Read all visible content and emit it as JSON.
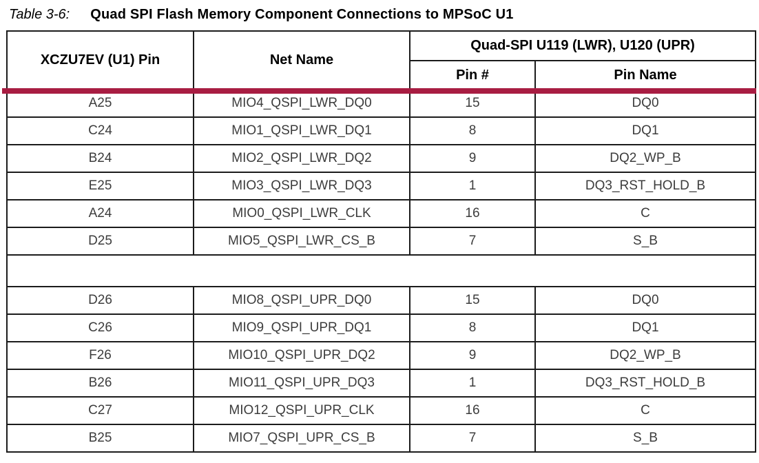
{
  "title": {
    "label": "Table 3-6:",
    "caption": "Quad SPI Flash Memory Component Connections to MPSoC U1"
  },
  "table": {
    "accent_color": "#A81D42",
    "headers": {
      "pin": "XCZU7EV (U1) Pin",
      "net": "Net Name",
      "group": "Quad-SPI U119 (LWR), U120 (UPR)",
      "pin_num": "Pin #",
      "pin_name": "Pin Name"
    },
    "row_groups": [
      [
        [
          "A25",
          "MIO4_QSPI_LWR_DQ0",
          "15",
          "DQ0"
        ],
        [
          "C24",
          "MIO1_QSPI_LWR_DQ1",
          "8",
          "DQ1"
        ],
        [
          "B24",
          "MIO2_QSPI_LWR_DQ2",
          "9",
          "DQ2_WP_B"
        ],
        [
          "E25",
          "MIO3_QSPI_LWR_DQ3",
          "1",
          "DQ3_RST_HOLD_B"
        ],
        [
          "A24",
          "MIO0_QSPI_LWR_CLK",
          "16",
          "C"
        ],
        [
          "D25",
          "MIO5_QSPI_LWR_CS_B",
          "7",
          "S_B"
        ]
      ],
      [
        [
          "D26",
          "MIO8_QSPI_UPR_DQ0",
          "15",
          "DQ0"
        ],
        [
          "C26",
          "MIO9_QSPI_UPR_DQ1",
          "8",
          "DQ1"
        ],
        [
          "F26",
          "MIO10_QSPI_UPR_DQ2",
          "9",
          "DQ2_WP_B"
        ],
        [
          "B26",
          "MIO11_QSPI_UPR_DQ3",
          "1",
          "DQ3_RST_HOLD_B"
        ],
        [
          "C27",
          "MIO12_QSPI_UPR_CLK",
          "16",
          "C"
        ],
        [
          "B25",
          "MIO7_QSPI_UPR_CS_B",
          "7",
          "S_B"
        ]
      ]
    ]
  }
}
